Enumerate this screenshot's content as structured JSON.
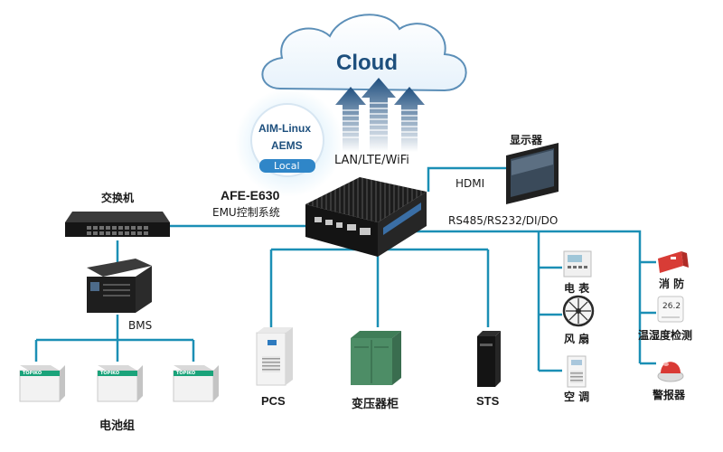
{
  "cloud": {
    "label": "Cloud",
    "link_label": "LAN/LTE/WiFi"
  },
  "software": {
    "line1": "AIM-Linux",
    "line2": "AEMS",
    "badge": "Local"
  },
  "controller": {
    "model": "AFE-E630",
    "subtitle": "EMU控制系统"
  },
  "switch": {
    "label": "交换机"
  },
  "display": {
    "label": "显示器",
    "link_label": "HDMI"
  },
  "io": {
    "bus_label": "RS485/RS232/DI/DO"
  },
  "bms": {
    "label": "BMS"
  },
  "battery": {
    "label": "电池组",
    "brand": "TOPIKO"
  },
  "devices": {
    "pcs": "PCS",
    "transformer": "变压器柜",
    "sts": "STS",
    "meter": "电 表",
    "fan": "风 扇",
    "ac": "空 调",
    "fire": "消 防",
    "humidity": "温湿度检测",
    "alarm": "警报器",
    "humidity_reading": "26.2"
  },
  "colors": {
    "line": "#1b8fb5",
    "cloud_text": "#1d4f7d",
    "badge": "#2f86c8",
    "dark": "#222222"
  }
}
